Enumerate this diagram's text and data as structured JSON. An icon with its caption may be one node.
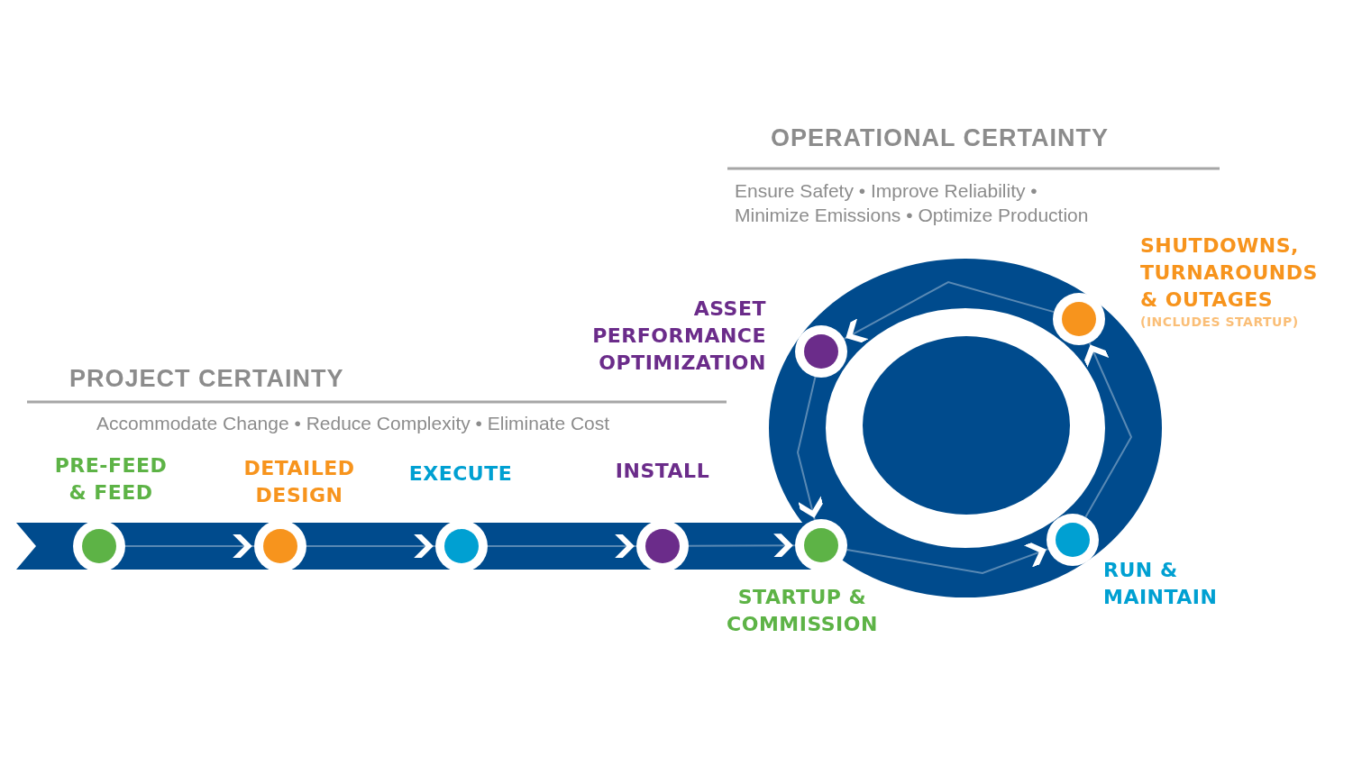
{
  "diagram": {
    "nodes": [
      {
        "text": [],
        "shape": "circle",
        "beside": [
          "PRE-FEED & FEED"
        ]
      },
      {
        "text": [],
        "shape": "circle",
        "beside": [
          "DETAILED DESIGN"
        ]
      },
      {
        "text": [],
        "shape": "circle",
        "beside": [
          "EXECUTE"
        ]
      },
      {
        "text": [],
        "shape": "circle",
        "beside": [
          "INSTALL"
        ]
      },
      {
        "text": [],
        "shape": "circle",
        "beside": [
          "STARTUP & COMMISSION"
        ]
      },
      {
        "text": [],
        "shape": "circle",
        "beside": [
          "RUN & MAINTAIN"
        ]
      },
      {
        "text": [],
        "shape": "circle",
        "beside": [
          "SHUTDOWNS, TURNAROUNDS & OUTAGES",
          "(INCLUDES STARTUP)"
        ]
      },
      {
        "text": [],
        "shape": "circle",
        "beside": [
          "ASSET PERFORMANCE OPTIMIZATION"
        ]
      }
    ],
    "edges": [
      {
        "from": 0,
        "to": 1,
        "arrow": "to"
      },
      {
        "from": 1,
        "to": 2,
        "arrow": "to"
      },
      {
        "from": 2,
        "to": 3,
        "arrow": "to"
      },
      {
        "from": 3,
        "to": 4,
        "arrow": "to"
      },
      {
        "from": 4,
        "to": 5,
        "arrow": "to"
      },
      {
        "from": 5,
        "to": 6,
        "arrow": "to"
      },
      {
        "from": 6,
        "to": 7,
        "arrow": "to"
      },
      {
        "from": 7,
        "to": 4,
        "arrow": "to"
      }
    ],
    "labels": [
      "OPERATIONAL CERTAINTY",
      "Ensure Safety • Improve Reliability • Minimize Emissions • Optimize Production",
      "PROJECT CERTAINTY",
      "Accommodate Change • Reduce Complexity • Eliminate Cost"
    ]
  }
}
